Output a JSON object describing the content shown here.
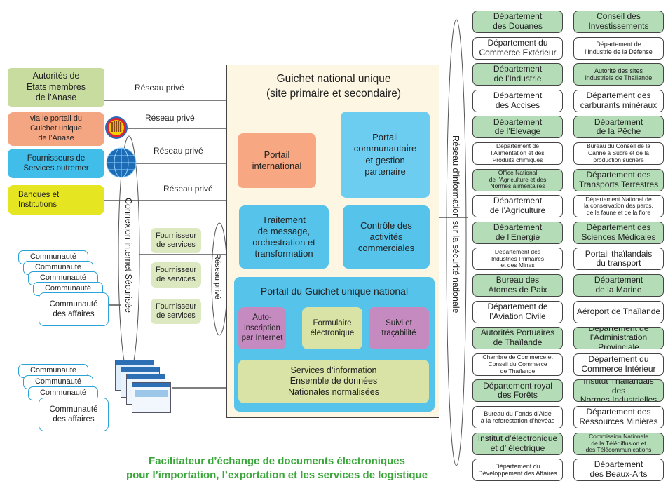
{
  "left_entities": [
    {
      "text": "Autorités de Etats membres de l’Anase",
      "line1": "Autorités de",
      "line2": "Etats membres",
      "line3": "de l’Anase"
    },
    {
      "line1": "via le portail du",
      "line2": "Guichet  unique",
      "line3": "de l’Anase"
    },
    {
      "line1": "Fournisseurs de",
      "line2": "Services outremer"
    },
    {
      "line1": "Banques et",
      "line2": "Institutions"
    }
  ],
  "private_network_labels": [
    "Réseau privé",
    "Réseau privé",
    "Réseau privé",
    "Réseau privé"
  ],
  "secure_internet_label": "Connexion internet Sécurisée",
  "service_providers": [
    "Fournisseur de services",
    "Fournisseur de services",
    "Fournisseur de services"
  ],
  "provider_lines": [
    "Fournisseur",
    "de services"
  ],
  "provider_network_label": "Réseau privé",
  "community_stack_labels": [
    "Communauté",
    "Communauté",
    "Communauté",
    "Communauté"
  ],
  "community_main": {
    "line1": "Communauté",
    "line2": "des affaires"
  },
  "community_stack2_labels": [
    "Communauté",
    "Communauté",
    "Communauté"
  ],
  "guichet": {
    "title_line1": "Guichet national unique",
    "title_line2": "(site primaire et secondaire)",
    "portail_international": {
      "line1": "Portail",
      "line2": "international"
    },
    "portail_communautaire": {
      "line1": "Portail",
      "line2": "communautaire",
      "line3": "et gestion",
      "line4": "partenaire"
    },
    "traitement": {
      "line1": "Traitement",
      "line2": "de message,",
      "line3": "orchestration et",
      "line4": "transformation"
    },
    "controle": {
      "line1": "Contrôle des",
      "line2": "activités",
      "line3": "commerciales"
    },
    "portail_national": "Portail du Guichet unique national",
    "auto_inscription": {
      "line1": "Auto-inscription",
      "line2": "par Internet"
    },
    "formulaire": {
      "line1": "Formulaire",
      "line2": "électronique"
    },
    "suivi": {
      "line1": "Suivi et",
      "line2": "traçabilité"
    },
    "services_info": {
      "line1": "Services d’information",
      "line2": "Ensemble de données",
      "line3": "Nationales normalisées"
    }
  },
  "security_network_label": "Réseau d’information sur la sécurité nationale",
  "caption": {
    "line1": "Facilitateur d’échange de documents électroniques",
    "line2": "pour l’importation, l’exportation et les services de logistique"
  },
  "departments_left": [
    {
      "line1": "Département",
      "line2": "des Douanes",
      "style": "green"
    },
    {
      "line1": "Département du",
      "line2": "Commerce Extérieur",
      "style": "white"
    },
    {
      "line1": "Département",
      "line2": "de l’Industrie",
      "style": "green"
    },
    {
      "line1": "Département",
      "line2": "des Accises",
      "style": "white"
    },
    {
      "line1": "Département",
      "line2": "de l’Elevage",
      "style": "green"
    },
    {
      "line1": "Département de",
      "line2": "l’Alimentation et des",
      "line3": "Produits chimiques",
      "style": "white-small"
    },
    {
      "line1": "Office National",
      "line2": "de l’Agriculture et des",
      "line3": "Normes alimentaires",
      "style": "green-small"
    },
    {
      "line1": "Département",
      "line2": "de l’Agriculture",
      "style": "white"
    },
    {
      "line1": "Département",
      "line2": "de l’Energie",
      "style": "green"
    },
    {
      "line1": "Département des",
      "line2": "Industries Primaires",
      "line3": "et des Mines",
      "style": "white-small"
    },
    {
      "line1": "Bureau des",
      "line2": "Atomes de Paix",
      "style": "green"
    },
    {
      "line1": "Département de",
      "line2": "l’Aviation Civile",
      "style": "white"
    },
    {
      "line1": "Autorités Portuaires",
      "line2": "de Thaïlande",
      "style": "green"
    },
    {
      "line1": "Chambre de Commerce et",
      "line2": "Conseil du Commerce",
      "line3": "de Thaïlande",
      "style": "white-small"
    },
    {
      "line1": "Département royal",
      "line2": "des Forêts",
      "style": "green"
    },
    {
      "line1": "Bureau du Fonds d’Aide",
      "line2": "à la reforestation d’hévéas",
      "style": "white-mid"
    },
    {
      "line1": "Institut d’électronique",
      "line2": "et d’ électrique",
      "style": "green"
    },
    {
      "line1": "Département du",
      "line2": "Développement des Affaires",
      "style": "white-mid"
    }
  ],
  "departments_right": [
    {
      "line1": "Conseil des",
      "line2": "Investissements",
      "style": "green"
    },
    {
      "line1": "Département de",
      "line2": "l’Industrie de la Défense",
      "style": "white-mid"
    },
    {
      "line1": "Autorité des sites",
      "line2": "industriels de Thaïlande",
      "style": "green-mid"
    },
    {
      "line1": "Département des",
      "line2": "carburants minéraux",
      "style": "white"
    },
    {
      "line1": "Département",
      "line2": "de la Pêche",
      "style": "green"
    },
    {
      "line1": "Bureau du Conseil de la",
      "line2": "Canne à Sucre et de la",
      "line3": "production sucrière",
      "style": "white-small"
    },
    {
      "line1": "Département des",
      "line2": "Transports Terrestres",
      "style": "green"
    },
    {
      "line1": "Département National de",
      "line2": "la conservation des parcs,",
      "line3": "de la  faune et de la flore",
      "style": "white-small"
    },
    {
      "line1": "Département des",
      "line2": "Sciences Médicales",
      "style": "green"
    },
    {
      "line1": "Portail thaïlandais",
      "line2": "du transport",
      "style": "white"
    },
    {
      "line1": "Département",
      "line2": "de la Marine",
      "style": "green"
    },
    {
      "line1": "Aéroport de Thaïlande",
      "style": "white"
    },
    {
      "line1": "Département de",
      "line2": "l’Administration Provinciale",
      "style": "green"
    },
    {
      "line1": "Département du",
      "line2": "Commerce Intérieur",
      "style": "white"
    },
    {
      "line1": "Institut Thaïlandais des",
      "line2": "Normes Industrielles",
      "style": "green"
    },
    {
      "line1": "Département des",
      "line2": "Ressources Minières",
      "style": "white"
    },
    {
      "line1": "Commission Nationale",
      "line2": "de la Télédiffusion et",
      "line3": "des Télécommunications",
      "style": "green-small"
    },
    {
      "line1": "Département",
      "line2": "des Beaux-Arts",
      "style": "white"
    }
  ],
  "colors": {
    "anase_green": "#c8dca0",
    "anase_portal": "#f4a582",
    "overseas_blue": "#40bde8",
    "banks_yellow": "#e5e521",
    "guichet_bg": "#fdf6e3",
    "portal_orange": "#f7a782",
    "portal_blue": "#6dcdf0",
    "national_portal": "#55c3ea",
    "purple": "#c58ac0",
    "olive": "#d9e3a6",
    "dept_green": "#b3dcb7",
    "caption_green": "#3aa53a"
  }
}
